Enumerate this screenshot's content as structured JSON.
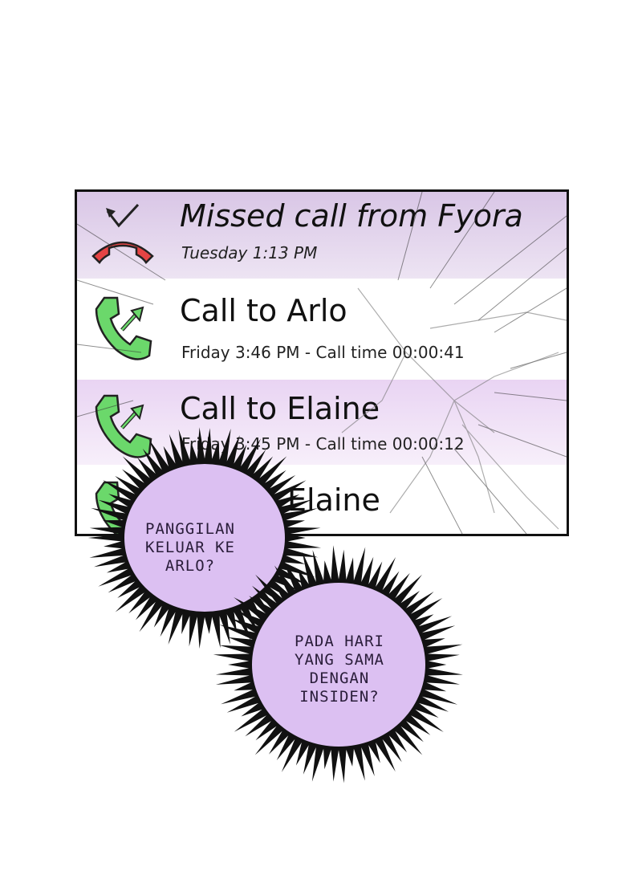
{
  "call_log": [
    {
      "title": "Missed call from Fyora",
      "subtitle": "Tuesday 1:13 PM",
      "type": "missed",
      "icon": "missed-call-icon"
    },
    {
      "title": "Call to Arlo",
      "subtitle": "Friday 3:46 PM - Call time 00:00:41",
      "type": "outgoing",
      "icon": "outgoing-call-icon"
    },
    {
      "title": "Call to Elaine",
      "subtitle": "Friday 3:45 PM - Call time 00:00:12",
      "type": "outgoing",
      "icon": "outgoing-call-icon"
    },
    {
      "title": "Elaine",
      "subtitle": "",
      "type": "outgoing",
      "icon": "outgoing-call-icon"
    }
  ],
  "speech_bubbles": [
    {
      "lines": [
        "PANGGILAN",
        "KELUAR KE",
        "ARLO?"
      ]
    },
    {
      "lines": [
        "PADA HARI",
        "YANG SAMA",
        "DENGAN",
        "INSIDEN?"
      ]
    }
  ],
  "colors": {
    "missed_red": "#e54444",
    "outgoing_green": "#6bd86b",
    "bubble_fill": "#dcc0f2",
    "row_tint": "#d9c6e6"
  }
}
